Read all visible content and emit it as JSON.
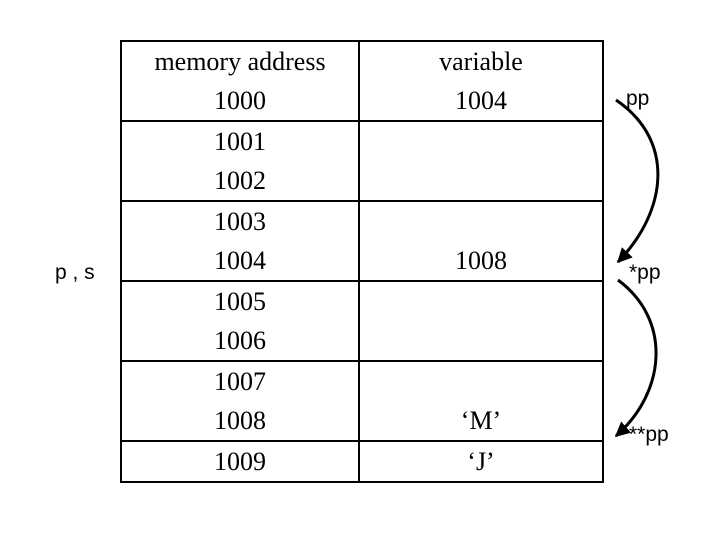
{
  "table": {
    "headers": {
      "address": "memory address",
      "variable": "variable"
    },
    "rows": [
      {
        "address": "1000",
        "variable": "1004",
        "sep": false
      },
      {
        "address": "1001",
        "variable": "",
        "sep": true
      },
      {
        "address": "1002",
        "variable": "",
        "sep": false
      },
      {
        "address": "1003",
        "variable": "",
        "sep": true
      },
      {
        "address": "1004",
        "variable": "1008",
        "sep": false
      },
      {
        "address": "1005",
        "variable": "",
        "sep": true
      },
      {
        "address": "1006",
        "variable": "",
        "sep": false
      },
      {
        "address": "1007",
        "variable": "",
        "sep": true
      },
      {
        "address": "1008",
        "variable": "‘M’",
        "sep": false
      },
      {
        "address": "1009",
        "variable": "‘J’",
        "sep": true
      }
    ]
  },
  "left_label": "p , s",
  "pointer_labels": [
    "pp",
    "*pp",
    "**pp"
  ],
  "arrows": [
    {
      "from": "pp",
      "to": "*pp"
    },
    {
      "from": "*pp",
      "to": "**pp"
    }
  ]
}
